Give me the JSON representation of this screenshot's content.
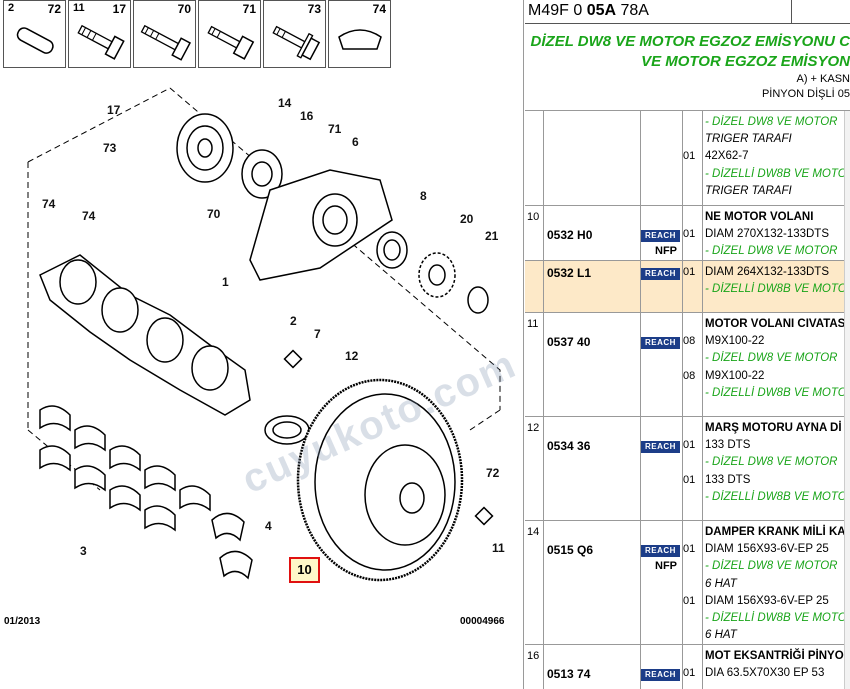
{
  "diagram": {
    "thumbs": [
      {
        "index": "2",
        "ref": "72",
        "icon": "pin-icon"
      },
      {
        "index": "11",
        "ref": "17",
        "icon": "bolt-icon"
      },
      {
        "index": "",
        "ref": "70",
        "icon": "bolt-icon"
      },
      {
        "index": "",
        "ref": "71",
        "icon": "bolt-icon"
      },
      {
        "index": "",
        "ref": "73",
        "icon": "flange-bolt-icon"
      },
      {
        "index": "",
        "ref": "74",
        "icon": "key-icon"
      }
    ],
    "callouts": {
      "c1": "1",
      "c2": "2",
      "c3": "3",
      "c4": "4",
      "c6": "6",
      "c7": "7",
      "c8": "8",
      "c11": "11",
      "c12": "12",
      "c14": "14",
      "c16": "16",
      "c17": "17",
      "c20": "20",
      "c21": "21",
      "c70": "70",
      "c71": "71",
      "c72": "72",
      "c73": "73",
      "c74a": "74",
      "c74b": "74"
    },
    "highlighted_ref": "10",
    "date": "01/2013",
    "doc_number": "00004966",
    "watermark": "cuyukoto.com"
  },
  "header": {
    "code_prefix": "M49F 0 ",
    "code_bold": "05A",
    "code_suffix": " 78A",
    "title_line1": "DİZEL DW8 VE MOTOR EGZOZ EMİSYONU C",
    "title_line2": "VE MOTOR EGZOZ EMİSYON",
    "title_line3": "A) + KASN",
    "title_line4": "PİNYON DİŞLİ 05"
  },
  "rows": [
    {
      "index": "",
      "code": "",
      "reach": false,
      "nfp": false,
      "lines": [
        {
          "qty": "",
          "text": "- DİZEL DW8 VE MOTOR",
          "style": "green"
        },
        {
          "qty": "",
          "text": "TRIGER TARAFI",
          "style": "it"
        },
        {
          "qty": "01",
          "text": "42X62-7",
          "style": ""
        },
        {
          "qty": "",
          "text": "- DİZELLİ DW8B VE MOTO",
          "style": "green"
        },
        {
          "qty": "",
          "text": "TRIGER TARAFI",
          "style": "it"
        }
      ]
    },
    {
      "index": "10",
      "code": "0532 H0",
      "reach": true,
      "nfp": true,
      "lines": [
        {
          "qty": "",
          "text": "NE MOTOR VOLANI",
          "style": "bold"
        },
        {
          "qty": "01",
          "text": "DIAM 270X132-133DTS",
          "style": ""
        },
        {
          "qty": "",
          "text": "- DİZEL DW8 VE MOTOR",
          "style": "green"
        }
      ]
    },
    {
      "index": "",
      "code": "0532 L1",
      "reach": true,
      "nfp": false,
      "highlight": true,
      "lines": [
        {
          "qty": "01",
          "text": "DIAM 264X132-133DTS",
          "style": ""
        },
        {
          "qty": "",
          "text": "- DİZELLİ DW8B VE MOTO",
          "style": "green"
        }
      ]
    },
    {
      "index": "11",
      "code": "0537 40",
      "reach": true,
      "nfp": false,
      "lines": [
        {
          "qty": "",
          "text": "MOTOR VOLANI CIVATAS",
          "style": "bold"
        },
        {
          "qty": "08",
          "text": "M9X100-22",
          "style": ""
        },
        {
          "qty": "",
          "text": "- DİZEL DW8 VE MOTOR",
          "style": "green"
        },
        {
          "qty": "08",
          "text": "M9X100-22",
          "style": ""
        },
        {
          "qty": "",
          "text": "- DİZELLİ DW8B VE MOTO",
          "style": "green"
        }
      ]
    },
    {
      "index": "12",
      "code": "0534 36",
      "reach": true,
      "nfp": false,
      "lines": [
        {
          "qty": "",
          "text": "MARŞ MOTORU AYNA Dİ",
          "style": "bold"
        },
        {
          "qty": "01",
          "text": "133 DTS",
          "style": ""
        },
        {
          "qty": "",
          "text": "- DİZEL DW8 VE MOTOR",
          "style": "green"
        },
        {
          "qty": "01",
          "text": "133 DTS",
          "style": ""
        },
        {
          "qty": "",
          "text": "- DİZELLİ DW8B VE MOTO",
          "style": "green"
        }
      ]
    },
    {
      "index": "14",
      "code": "0515 Q6",
      "reach": true,
      "nfp": true,
      "lines": [
        {
          "qty": "",
          "text": "DAMPER KRANK MİLİ KAS",
          "style": "bold"
        },
        {
          "qty": "01",
          "text": "DIAM 156X93-6V-EP 25",
          "style": ""
        },
        {
          "qty": "",
          "text": "- DİZEL DW8 VE MOTOR",
          "style": "green"
        },
        {
          "qty": "",
          "text": "6 HAT",
          "style": "it"
        },
        {
          "qty": "01",
          "text": "DIAM 156X93-6V-EP 25",
          "style": ""
        },
        {
          "qty": "",
          "text": "- DİZELLİ DW8B VE MOTO",
          "style": "green"
        },
        {
          "qty": "",
          "text": "6 HAT",
          "style": "it"
        }
      ]
    },
    {
      "index": "16",
      "code": "0513 74",
      "reach": true,
      "nfp": false,
      "lines": [
        {
          "qty": "",
          "text": "MOT EKSANTRİĞİ PİNYO",
          "style": "bold"
        },
        {
          "qty": "01",
          "text": "DIA 63.5X70X30 EP 53",
          "style": ""
        }
      ]
    }
  ],
  "labels": {
    "reach": "REACH",
    "nfp": "NFP"
  }
}
